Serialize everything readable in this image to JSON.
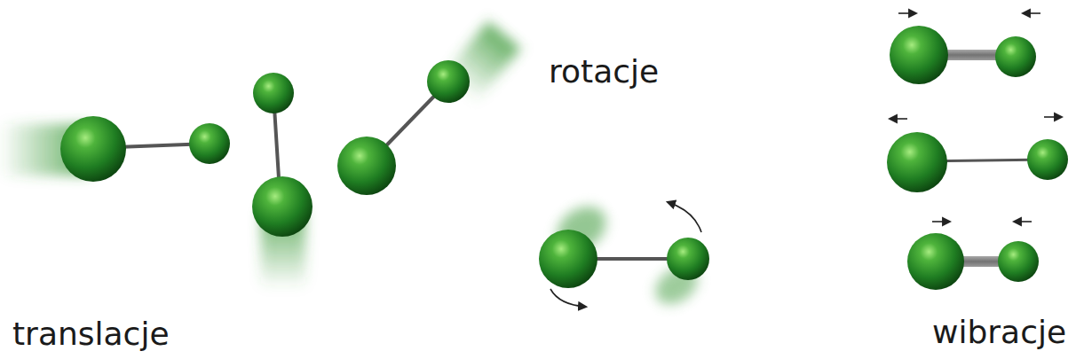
{
  "diagram": {
    "labels": [
      "translacje",
      "rotacje",
      "wibracje"
    ]
  }
}
